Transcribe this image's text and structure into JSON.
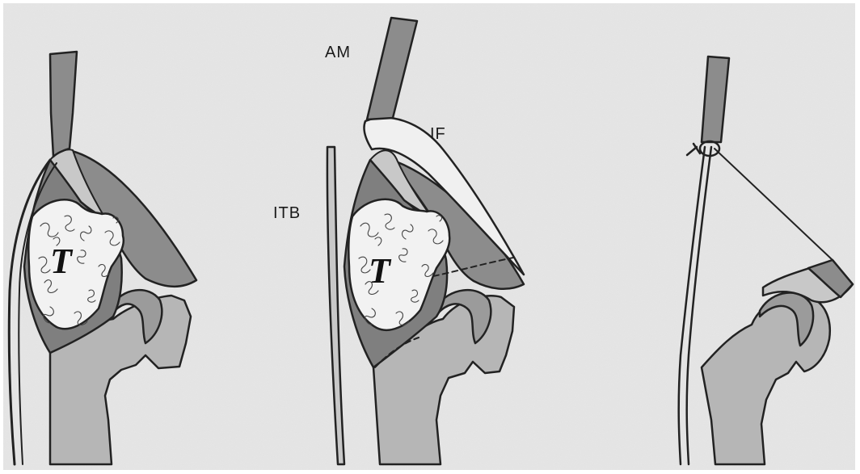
{
  "labels": {
    "am": "AM",
    "if": "IF",
    "itb": "ITB",
    "tumor_left": "T",
    "tumor_middle": "T"
  },
  "colors": {
    "background": "#e6e6e6",
    "bone": "#b6b6b6",
    "muscle_dark": "#8c8c8c",
    "muscle_light": "#c3c3c3",
    "tumor": "#f2f2f2",
    "outline": "#222222"
  }
}
